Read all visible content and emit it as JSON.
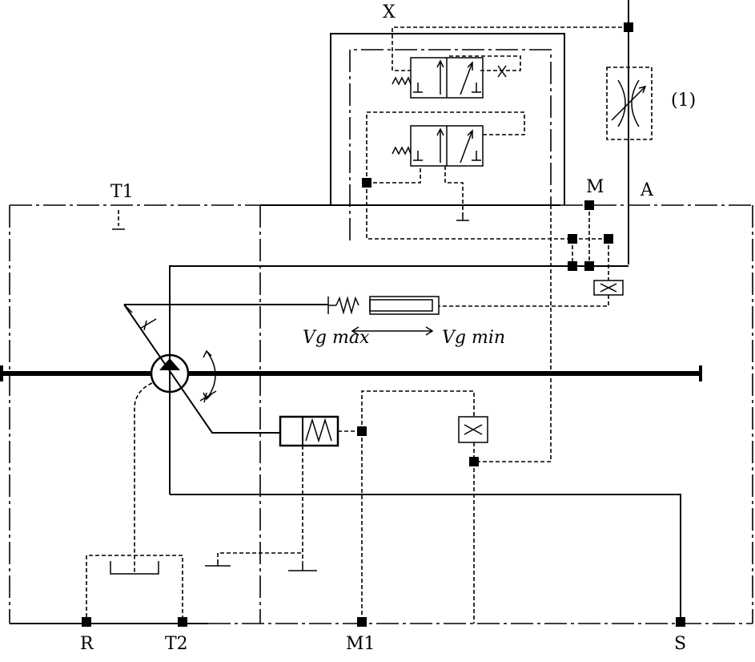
{
  "labels": {
    "x_port": "X",
    "a_port": "A",
    "m_port": "M",
    "t1_port": "T1",
    "t2_port": "T2",
    "r_port": "R",
    "m1_port": "M1",
    "s_port": "S",
    "throttle_ref": "(1)",
    "vg_max": "Vg max",
    "vg_min": "Vg min"
  }
}
